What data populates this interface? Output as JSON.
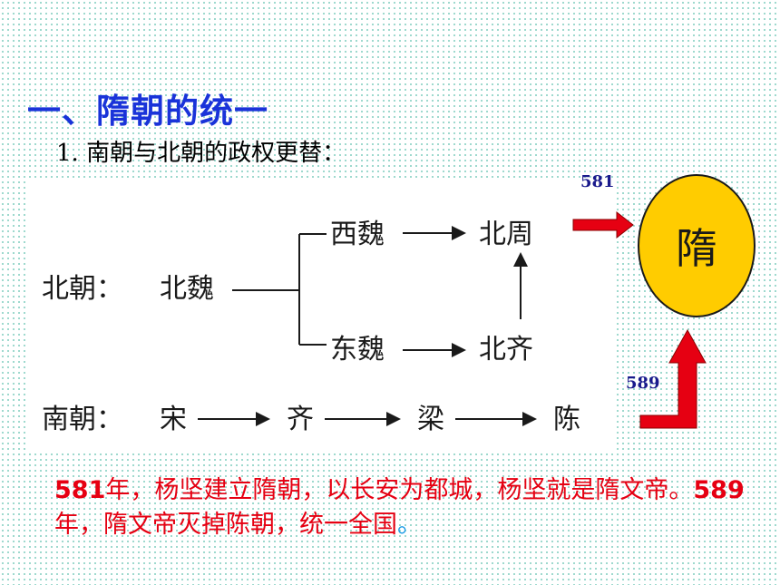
{
  "title": "一、隋朝的统一",
  "subtitle": "1. 南朝与北朝的政权更替：",
  "diagram": {
    "north_label": "北朝：",
    "north_start": "北魏",
    "west_wei": "西魏",
    "east_wei": "东魏",
    "north_zhou": "北周",
    "north_qi": "北齐",
    "south_label": "南朝：",
    "south_states": [
      "宋",
      "齐",
      "梁",
      "陈"
    ]
  },
  "sui": {
    "label": "隋",
    "year_north": "581",
    "year_south": "589",
    "circle_color": "#ffcc00",
    "arrow_color": "#e60012"
  },
  "note": {
    "year1": "581",
    "text1": "年，杨坚建立隋朝，以长安为都城，杨坚就是隋文帝。",
    "year2": "589",
    "text2": "年，隋文帝灭掉陈朝，统一全国",
    "end_mark": "。"
  },
  "colors": {
    "title": "#1a33d9",
    "note": "#e60012",
    "year_labels": "#1a1a8c"
  }
}
